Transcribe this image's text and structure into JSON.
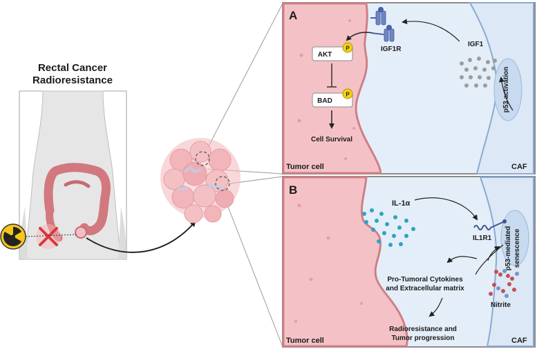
{
  "left": {
    "title_line1": "Rectal Cancer",
    "title_line2": "Radioresistance"
  },
  "panel_a": {
    "letter": "A",
    "akt": "AKT",
    "bad": "BAD",
    "p_badge": "P",
    "receptor": "IGF1R",
    "ligand": "IGF1",
    "activation": "p53 activation",
    "outcome": "Cell Survival",
    "tumor_label": "Tumor cell",
    "caf_label": "CAF"
  },
  "panel_b": {
    "letter": "B",
    "ligand": "IL-1α",
    "receptor": "IL1R1",
    "senescence_line1": "p53-mediated",
    "senescence_line2": "senescence",
    "cytokines_line1": "Pro-Tumoral Cytokines",
    "cytokines_line2": "and Extracellular matrix",
    "nitrite": "Nitrite",
    "outcome_line1": "Radioresistance and",
    "outcome_line2": "Tumor progression",
    "tumor_label": "Tumor cell",
    "caf_label": "CAF"
  },
  "colors": {
    "tumor_fill": "#f4c2c6",
    "tumor_edge": "#cf7f87",
    "caf_fill": "#dde9f6",
    "caf_edge": "#8aa9d3",
    "panel_border": "#8a8a8a",
    "particle_grey": "#9c9c9c",
    "particle_teal": "#2ea3c5",
    "nitrite_red": "#c0505a",
    "badge_yellow": "#f5d312"
  }
}
